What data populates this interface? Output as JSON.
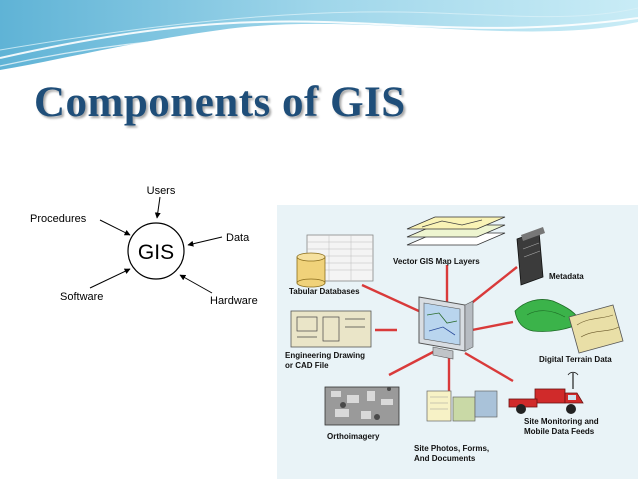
{
  "slide": {
    "title": "Components of GIS"
  },
  "left_diagram": {
    "center": "GIS",
    "users": "Users",
    "procedures": "Procedures",
    "data": "Data",
    "software": "Software",
    "hardware": "Hardware"
  },
  "right_diagram": {
    "tabular": "Tabular Databases",
    "vector": "Vector GIS Map Layers",
    "metadata": "Metadata",
    "engineering_1": "Engineering Drawing",
    "engineering_2": "or CAD File",
    "terrain": "Digital Terrain Data",
    "ortho": "Orthoimagery",
    "photos_1": "Site Photos, Forms,",
    "photos_2": "And Documents",
    "site_1": "Site Monitoring and",
    "site_2": "Mobile Data Feeds"
  },
  "colors": {
    "title": "#1f4e79",
    "connector": "#d93a3a",
    "panel_bg": "#e9f3f7",
    "wave": "#7ec4df"
  }
}
